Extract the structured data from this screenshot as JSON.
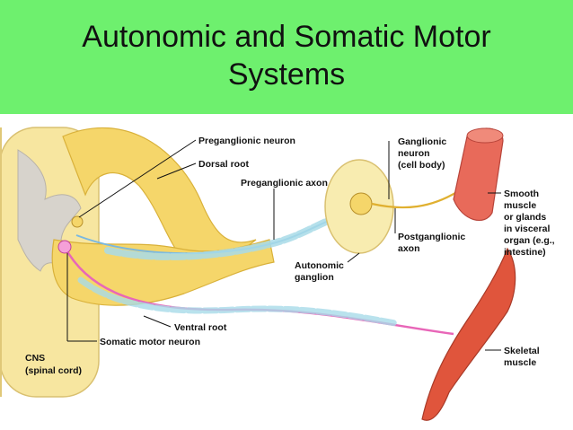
{
  "slide": {
    "title_line1": "Autonomic and Somatic Motor",
    "title_line2": "Systems",
    "header_color": "#6ef06e"
  },
  "labels": {
    "preganglionic_neuron": "Preganglionic neuron",
    "dorsal_root": "Dorsal root",
    "preganglionic_axon": "Preganglionic axon",
    "ganglionic_neuron_1": "Ganglionic",
    "ganglionic_neuron_2": "neuron",
    "ganglionic_neuron_3": "(cell body)",
    "smooth_1": "Smooth",
    "smooth_2": "muscle",
    "smooth_3": "or glands",
    "smooth_4": "in visceral",
    "smooth_5": "organ (e.g.,",
    "smooth_6": "intestine)",
    "postganglionic_1": "Postganglionic",
    "postganglionic_2": "axon",
    "autonomic_ganglion_1": "Autonomic",
    "autonomic_ganglion_2": "ganglion",
    "ventral_root": "Ventral root",
    "somatic_motor_neuron": "Somatic motor neuron",
    "cns_1": "CNS",
    "cns_2": "(spinal cord)",
    "skeletal_1": "Skeletal",
    "skeletal_2": "muscle"
  },
  "colors": {
    "nerve": "#f5d66a",
    "nerve_edge": "#d9b13a",
    "spinal_cord": "#f7e6a0",
    "grey_matter": "#d7d3cc",
    "myelin": "#a8dbe8",
    "somatic_axon": "#e866b8",
    "autonomic_axon": "#7ab8e0",
    "ganglion": "#f8ecb0",
    "smooth_muscle": "#e86a5a",
    "skeletal_muscle": "#e0553c"
  }
}
